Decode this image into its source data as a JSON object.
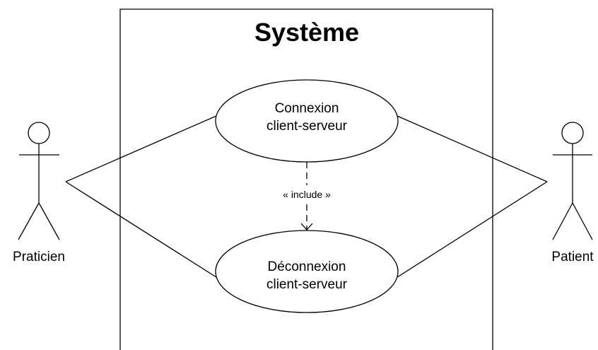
{
  "system": {
    "title": "Système"
  },
  "use_cases": {
    "connexion": {
      "line1": "Connexion",
      "line2": "client-serveur"
    },
    "deconnexion": {
      "line1": "Déconnexion",
      "line2": "client-serveur"
    }
  },
  "relationships": {
    "include_label": "« include »"
  },
  "actors": {
    "left": {
      "label": "Praticien"
    },
    "right": {
      "label": "Patient"
    }
  }
}
